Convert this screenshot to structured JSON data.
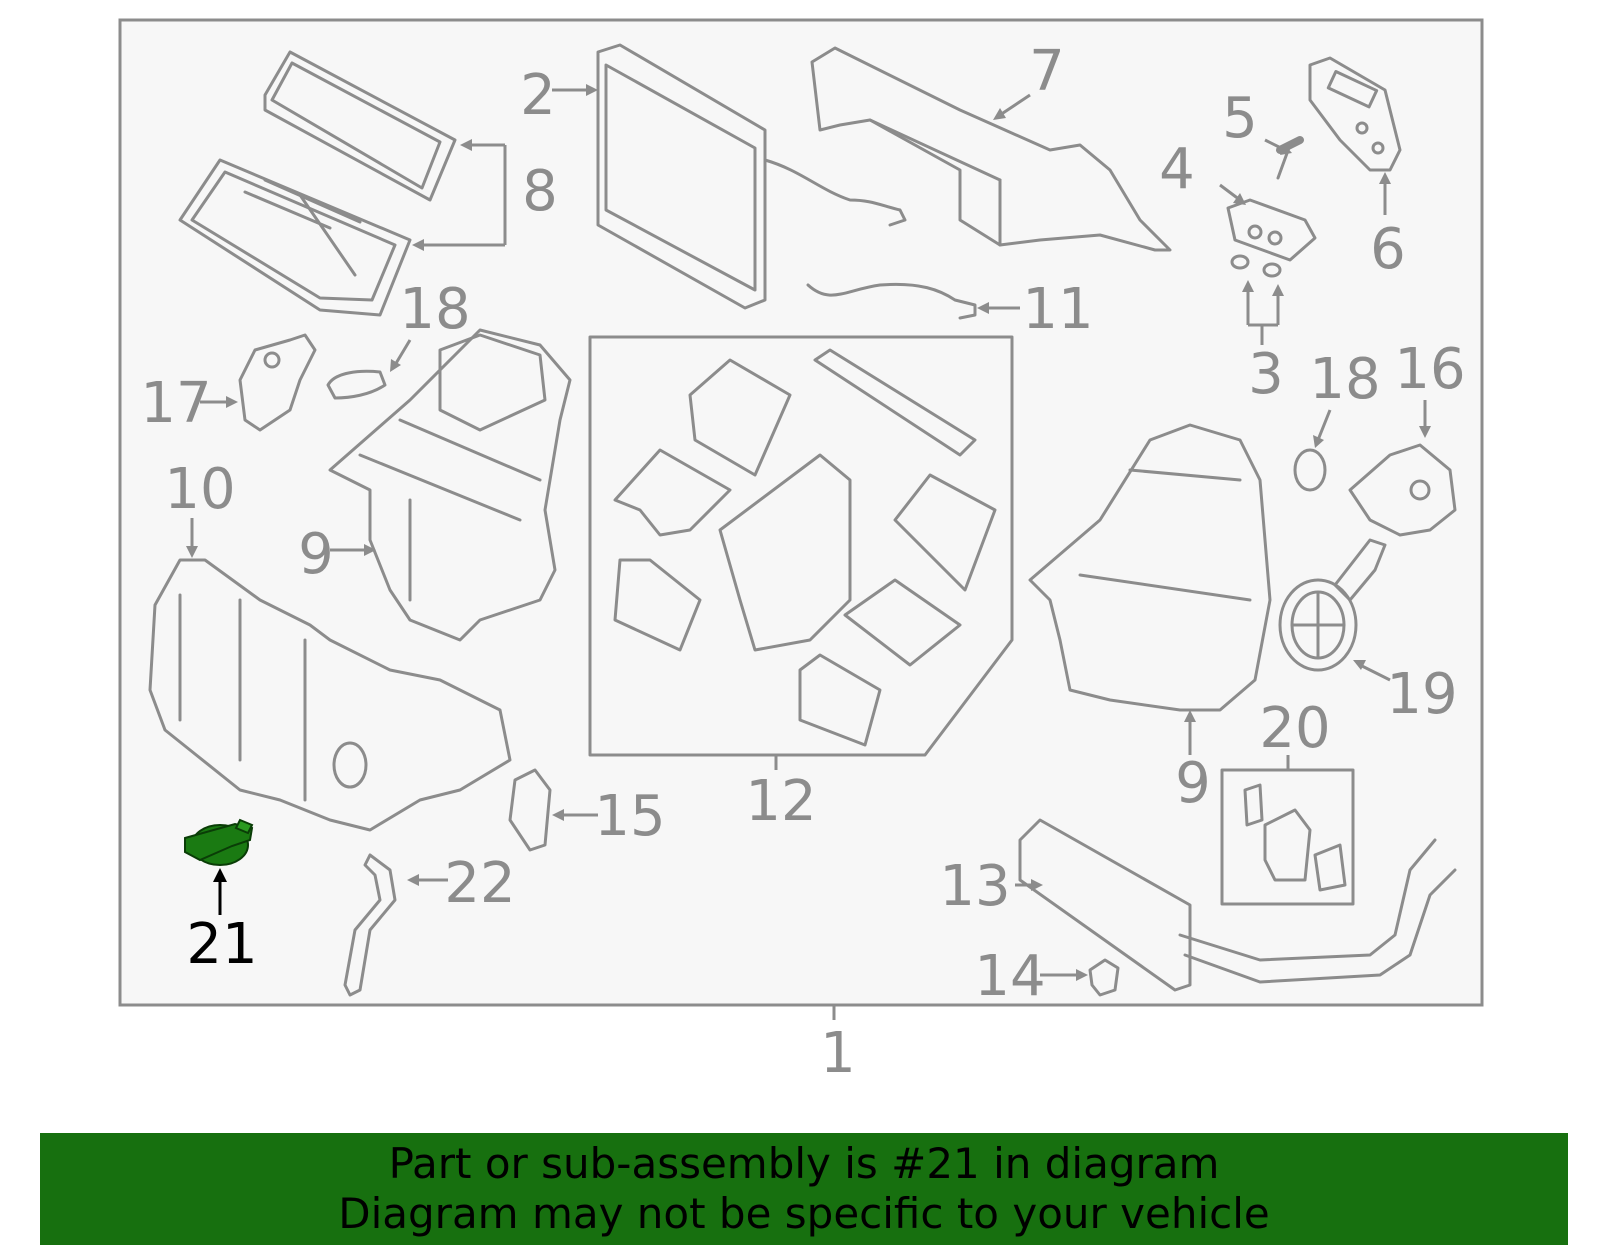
{
  "diagram": {
    "callouts": [
      "1",
      "2",
      "3",
      "4",
      "5",
      "6",
      "7",
      "8",
      "9",
      "9",
      "10",
      "11",
      "12",
      "13",
      "14",
      "15",
      "16",
      "17",
      "18",
      "18",
      "19",
      "20",
      "21",
      "22"
    ],
    "highlight_label": "21"
  },
  "banner": {
    "line1": "Part or sub-assembly is #21 in diagram",
    "line2": "Diagram may not be specific to your vehicle"
  },
  "colors": {
    "banner_bg": "#17700f",
    "highlight_part": "#1a7a12",
    "line_art": "#8c8c8c",
    "panel_bg": "#f7f7f7"
  }
}
